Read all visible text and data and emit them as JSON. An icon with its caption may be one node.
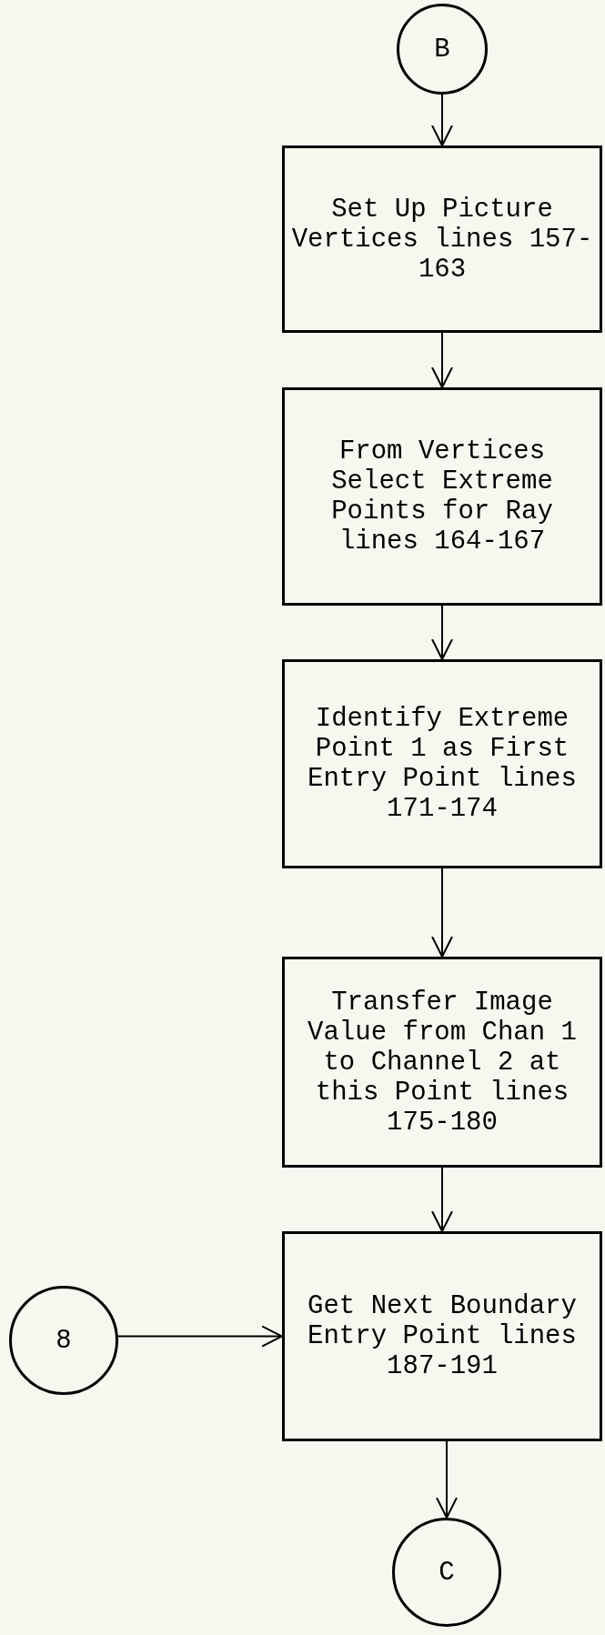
{
  "diagram": {
    "nodes": [
      {
        "text": [
          "B"
        ]
      },
      {
        "text": [
          "Set Up Picture Vertices lines 157-163"
        ]
      },
      {
        "text": [
          "From Vertices Select Extreme Points for Ray lines 164-167"
        ]
      },
      {
        "text": [
          "Identify Extreme Point 1 as First Entry Point lines 171-174"
        ]
      },
      {
        "text": [
          "Transfer Image Value from Chan 1 to Channel 2 at this Point lines 175-180"
        ]
      },
      {
        "text": [
          "Get Next Boundary Entry Point lines 187-191"
        ]
      },
      {
        "text": [
          "8"
        ]
      },
      {
        "text": [
          "C"
        ]
      }
    ],
    "edges": [
      {
        "from": 0,
        "to": 1,
        "arrow": "to"
      },
      {
        "from": 1,
        "to": 2,
        "arrow": "to"
      },
      {
        "from": 2,
        "to": 3,
        "arrow": "to"
      },
      {
        "from": 3,
        "to": 4,
        "arrow": "to"
      },
      {
        "from": 4,
        "to": 5,
        "arrow": "to"
      },
      {
        "from": 6,
        "to": 5,
        "arrow": "to"
      },
      {
        "from": 5,
        "to": 7,
        "arrow": "to"
      }
    ]
  }
}
